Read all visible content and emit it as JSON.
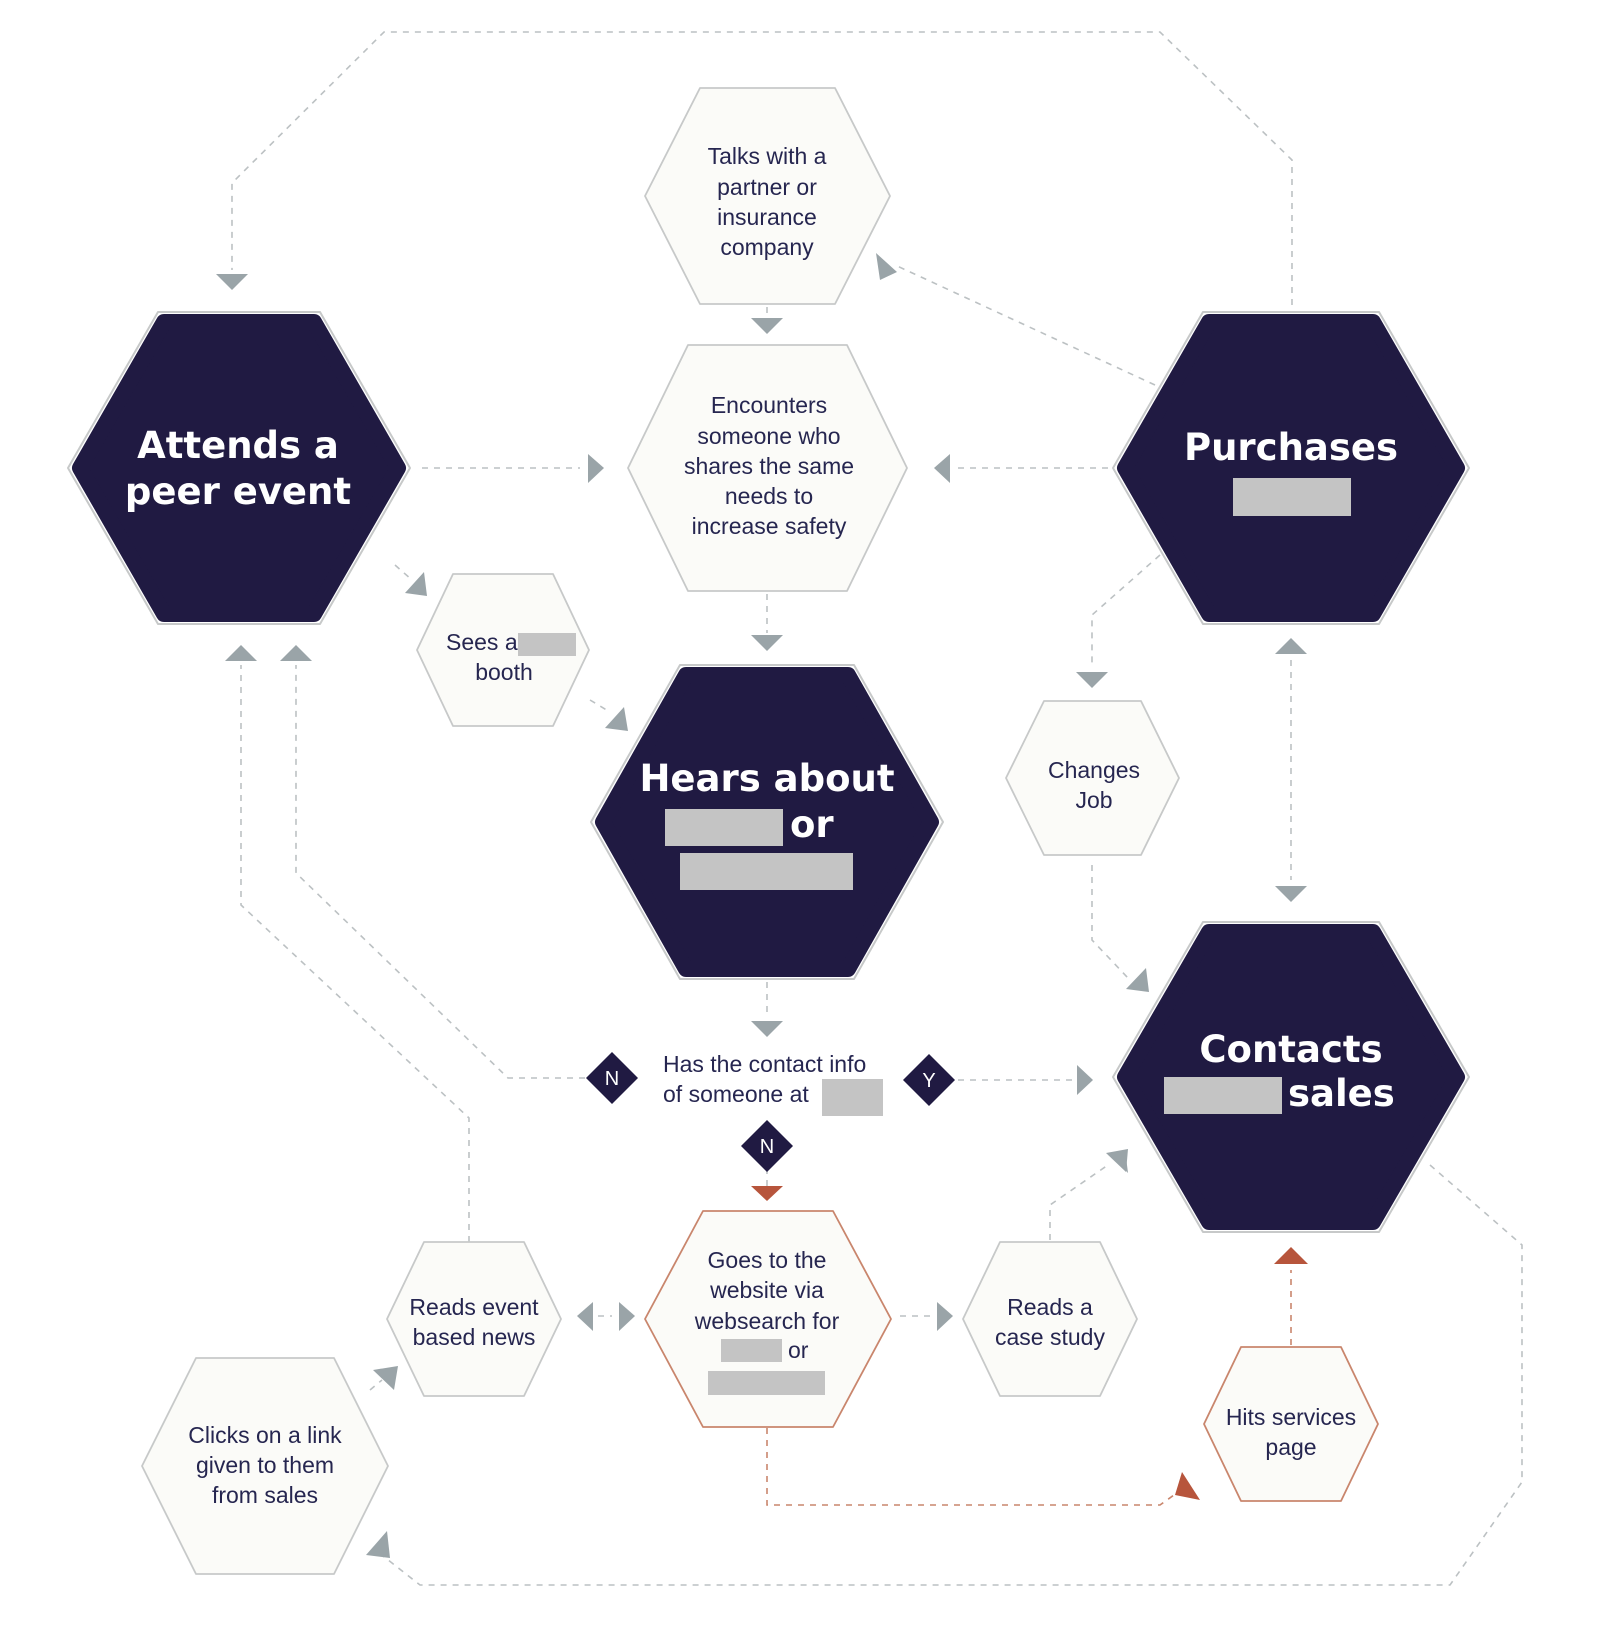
{
  "colors": {
    "dark_fill": "#201a42",
    "light_fill": "#fbfbf8",
    "light_stroke": "#c7c9c9",
    "accent_stroke": "#c9866d",
    "accent_arrow": "#b7553c",
    "connector": "#bcc1c3",
    "arrow_gray": "#9aa4a8",
    "text_dark": "#262650",
    "redaction": "#c4c4c4"
  },
  "nodes": {
    "attends": {
      "lines": [
        "Attends a",
        "peer event"
      ]
    },
    "purchases": {
      "lines": [
        "Purchases"
      ]
    },
    "hears": {
      "lines": [
        "Hears about",
        "or"
      ]
    },
    "contacts": {
      "lines": [
        "Contacts",
        "sales"
      ]
    },
    "talks": {
      "lines": [
        "Talks with a",
        "partner or",
        "insurance",
        "company"
      ]
    },
    "encounters": {
      "lines": [
        "Encounters",
        "someone who",
        "shares the same",
        "needs to",
        "increase safety"
      ]
    },
    "sees_booth": {
      "lines": [
        "Sees a",
        "booth"
      ]
    },
    "changes_job": {
      "lines": [
        "Changes",
        "Job"
      ]
    },
    "contact_info": {
      "lines": [
        "Has the contact info",
        "of someone at"
      ]
    },
    "goes_website": {
      "lines": [
        "Goes to the",
        "website via",
        "websearch for",
        "or"
      ]
    },
    "reads_news": {
      "lines": [
        "Reads event",
        "based news"
      ]
    },
    "reads_case": {
      "lines": [
        "Reads a",
        "case study"
      ]
    },
    "clicks_link": {
      "lines": [
        "Clicks on a link",
        "given to them",
        "from sales"
      ]
    },
    "hits_services": {
      "lines": [
        "Hits services",
        "page"
      ]
    }
  },
  "decisions": {
    "no_left": "N",
    "yes_right": "Y",
    "no_down": "N"
  }
}
